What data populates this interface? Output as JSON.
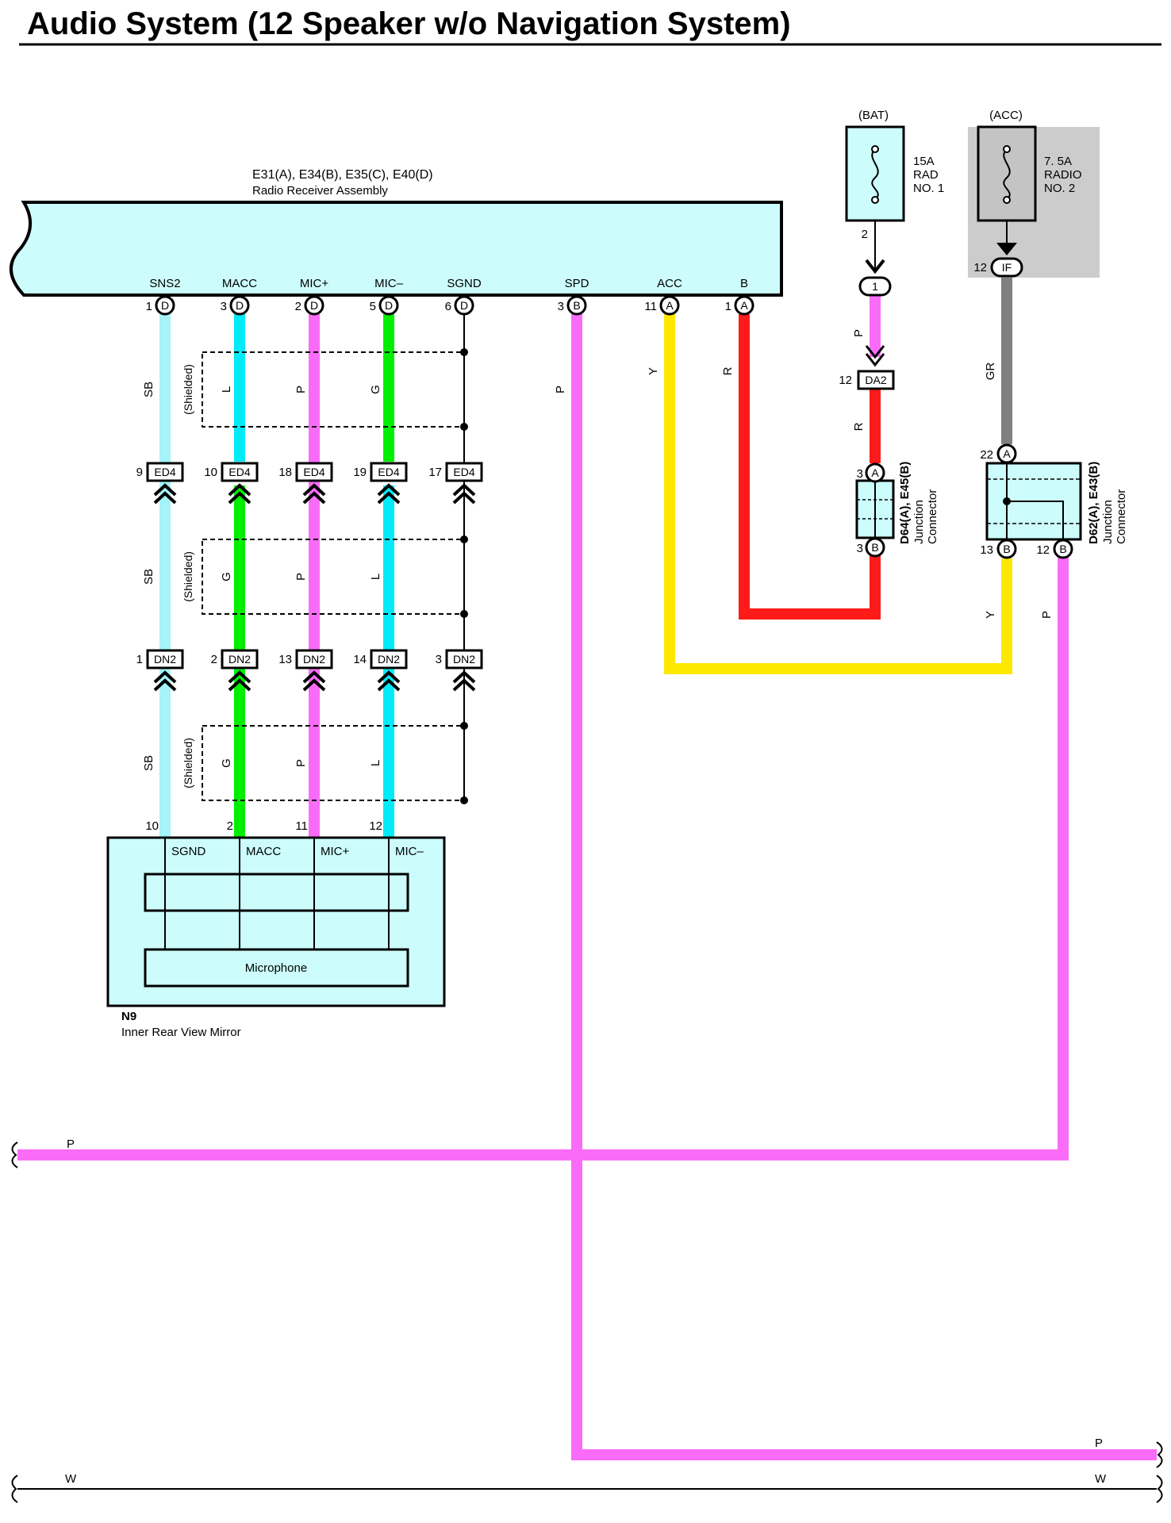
{
  "title": "Audio System (12 Speaker w/o Navigation System)",
  "colors": {
    "light_blue": "#a4f4f8",
    "cyan": "#00ebf7",
    "pink": "#fa6cf8",
    "green": "#00ef00",
    "yellow": "#ffe800",
    "red": "#ff1a1a",
    "gray": "#808080",
    "component_fill": "#ccfcfc",
    "acc_fuse_bg": "#cccccc"
  },
  "radio": {
    "connectors": "E31(A), E34(B), E35(C), E40(D)",
    "name": "Radio Receiver Assembly",
    "terminals": [
      {
        "label": "SNS2",
        "pin": "1",
        "conn": "D"
      },
      {
        "label": "MACC",
        "pin": "3",
        "conn": "D"
      },
      {
        "label": "MIC+",
        "pin": "2",
        "conn": "D"
      },
      {
        "label": "MIC–",
        "pin": "5",
        "conn": "D"
      },
      {
        "label": "SGND",
        "pin": "6",
        "conn": "D"
      },
      {
        "label": "SPD",
        "pin": "3",
        "conn": "B"
      },
      {
        "label": "ACC",
        "pin": "11",
        "conn": "A"
      },
      {
        "label": "B",
        "pin": "1",
        "conn": "A"
      }
    ]
  },
  "wire_colors": {
    "sns2_upper": "SB",
    "sns2_mid": "SB",
    "sns2_low": "SB",
    "macc_upper": "L",
    "macc_mid": "G",
    "macc_low": "G",
    "micp_upper": "P",
    "micp_mid": "P",
    "micp_low": "P",
    "micm_upper": "G",
    "micm_mid": "L",
    "micm_low": "L",
    "spd": "P",
    "acc": "Y",
    "b": "R",
    "bat_fuse_out": "P",
    "da2_out": "R",
    "acc_fuse_out": "GR",
    "j1_out": "Y",
    "j2_out": "P",
    "bus_p_left": "P",
    "bus_p_right": "P",
    "bus_w_left": "W",
    "bus_w_right": "W"
  },
  "shielded_label": "(Shielded)",
  "ed4": {
    "name": "ED4",
    "pins": [
      "9",
      "10",
      "18",
      "19",
      "17"
    ]
  },
  "dn2": {
    "name": "DN2",
    "pins": [
      "1",
      "2",
      "13",
      "14",
      "3"
    ]
  },
  "mirror": {
    "pins": [
      "10",
      "2",
      "11",
      "12"
    ],
    "terminals": [
      "SGND",
      "MACC",
      "MIC+",
      "MIC–"
    ],
    "inner": "Microphone",
    "connector": "N9",
    "name": "Inner Rear View Mirror"
  },
  "bat_fuse": {
    "source": "(BAT)",
    "line1": "15A",
    "line2": "RAD",
    "line3": "NO. 1",
    "out_pin": "2",
    "inline_conn": "1"
  },
  "acc_fuse": {
    "source": "(ACC)",
    "line1": "7. 5A",
    "line2": "RADIO",
    "line3": "NO. 2",
    "conn_pin": "12",
    "conn_name": "IF"
  },
  "da2": {
    "name": "DA2",
    "pin": "12"
  },
  "jc1": {
    "connectors": "D64(A), E45(B)",
    "type_line1": "Junction",
    "type_line2": "Connector",
    "pin_top": "3",
    "conn_top": "A",
    "pin_bottom": "3",
    "conn_bottom": "B"
  },
  "jc2": {
    "connectors": "D62(A), E43(B)",
    "type_line1": "Junction",
    "type_line2": "Connector",
    "pin_top": "22",
    "conn_top": "A",
    "pin_b1": "13",
    "conn_b1": "B",
    "pin_b2": "12",
    "conn_b2": "B"
  }
}
